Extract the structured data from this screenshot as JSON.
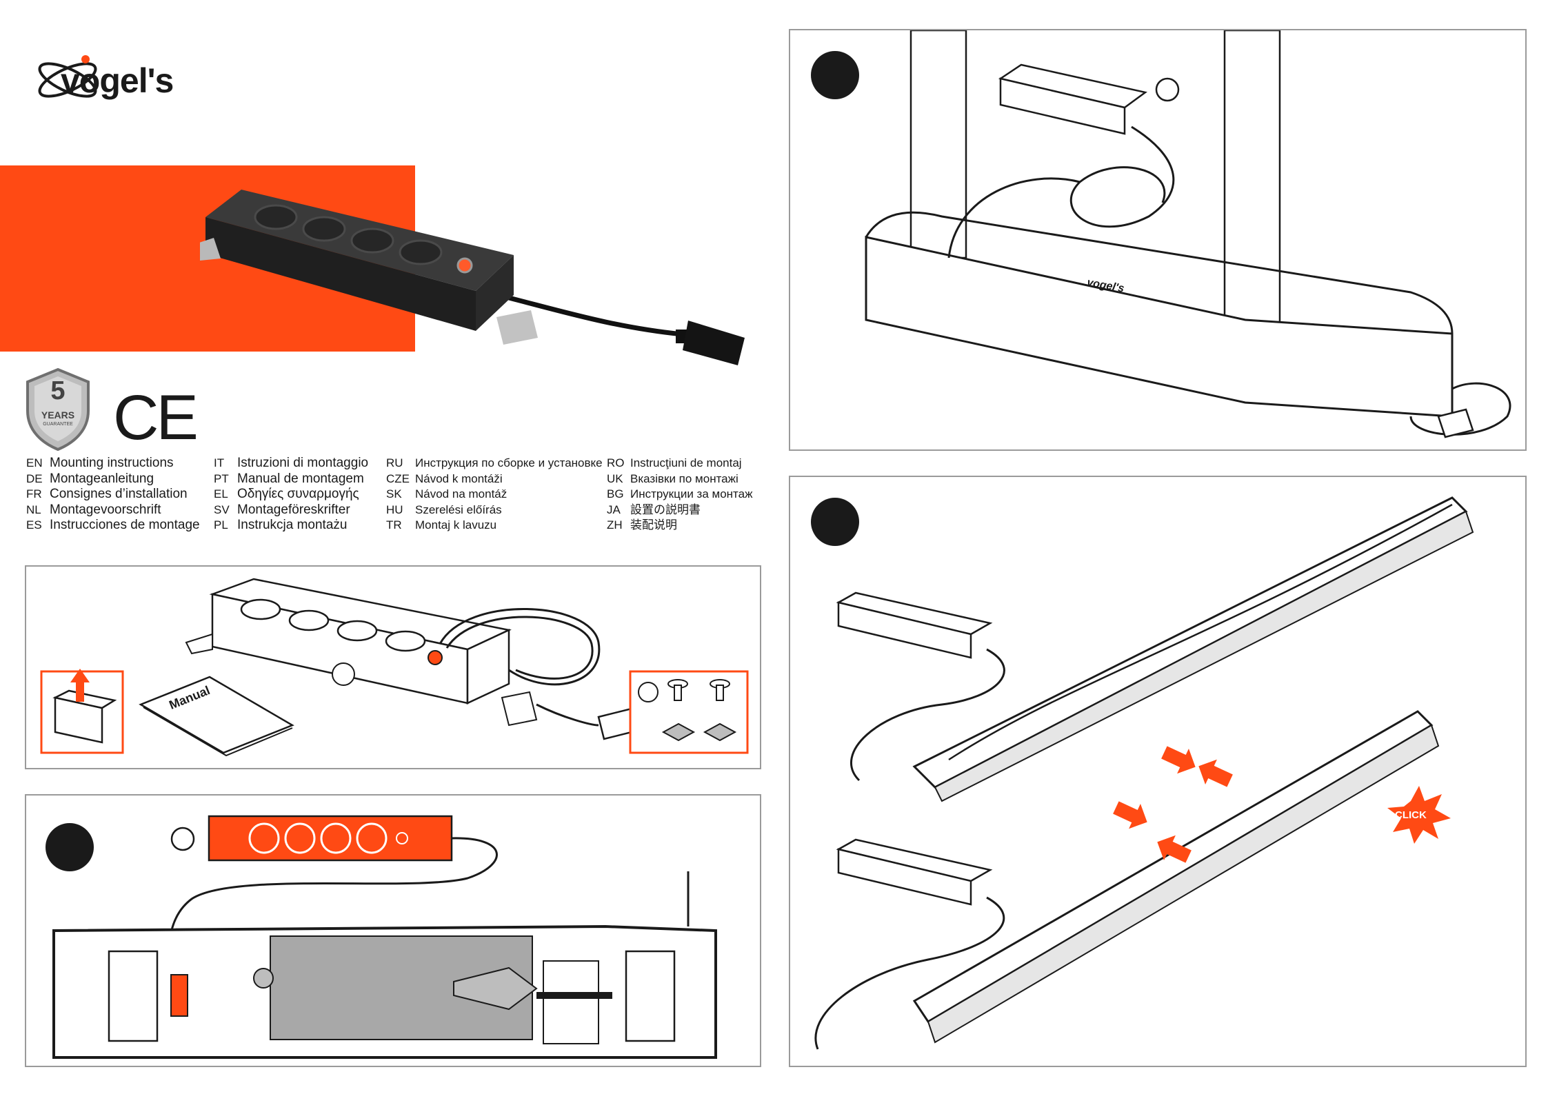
{
  "brand": {
    "name": "vogel's"
  },
  "guarantee": {
    "number": "5",
    "word": "YEARS",
    "sub": "GUARANTEE"
  },
  "ce_mark": "CE",
  "languages": [
    [
      {
        "code": "EN",
        "label": "Mounting instructions"
      },
      {
        "code": "DE",
        "label": "Montageanleitung"
      },
      {
        "code": "FR",
        "label": "Consignes d’installation"
      },
      {
        "code": "NL",
        "label": "Montagevoorschrift"
      },
      {
        "code": "ES",
        "label": "Instrucciones de montage"
      }
    ],
    [
      {
        "code": "IT",
        "label": "Istruzioni di montaggio"
      },
      {
        "code": "PT",
        "label": "Manual de montagem"
      },
      {
        "code": "EL",
        "label": "Οδηγίες συναρμογής"
      },
      {
        "code": "SV",
        "label": "Montageföreskrifter"
      },
      {
        "code": "PL",
        "label": "Instrukcja montażu"
      }
    ],
    [
      {
        "code": "RU",
        "label": "Инструкция по сборке и установке"
      },
      {
        "code": "CZE",
        "label": "Návod k montáži"
      },
      {
        "code": "SK",
        "label": "Návod na montáž"
      },
      {
        "code": "HU",
        "label": "Szerelési előírás"
      },
      {
        "code": "TR",
        "label": "Montaj k  lavuzu"
      }
    ],
    [
      {
        "code": "RO",
        "label": "Instrucţiuni de montaj"
      },
      {
        "code": "UK",
        "label": "Вказівки по монтажі"
      },
      {
        "code": "BG",
        "label": "Инструкции за монтаж"
      },
      {
        "code": "JA",
        "label": "設置の説明書"
      },
      {
        "code": "ZH",
        "label": "装配说明"
      }
    ]
  ],
  "parts": {
    "manual_label": "Manual"
  },
  "stand": {
    "base_logo": "vogel's"
  },
  "step3": {
    "click_label": "CLICK"
  },
  "colors": {
    "accent": "#ff4a14",
    "ink": "#1a1a1a",
    "frame": "#9a9a9a"
  }
}
